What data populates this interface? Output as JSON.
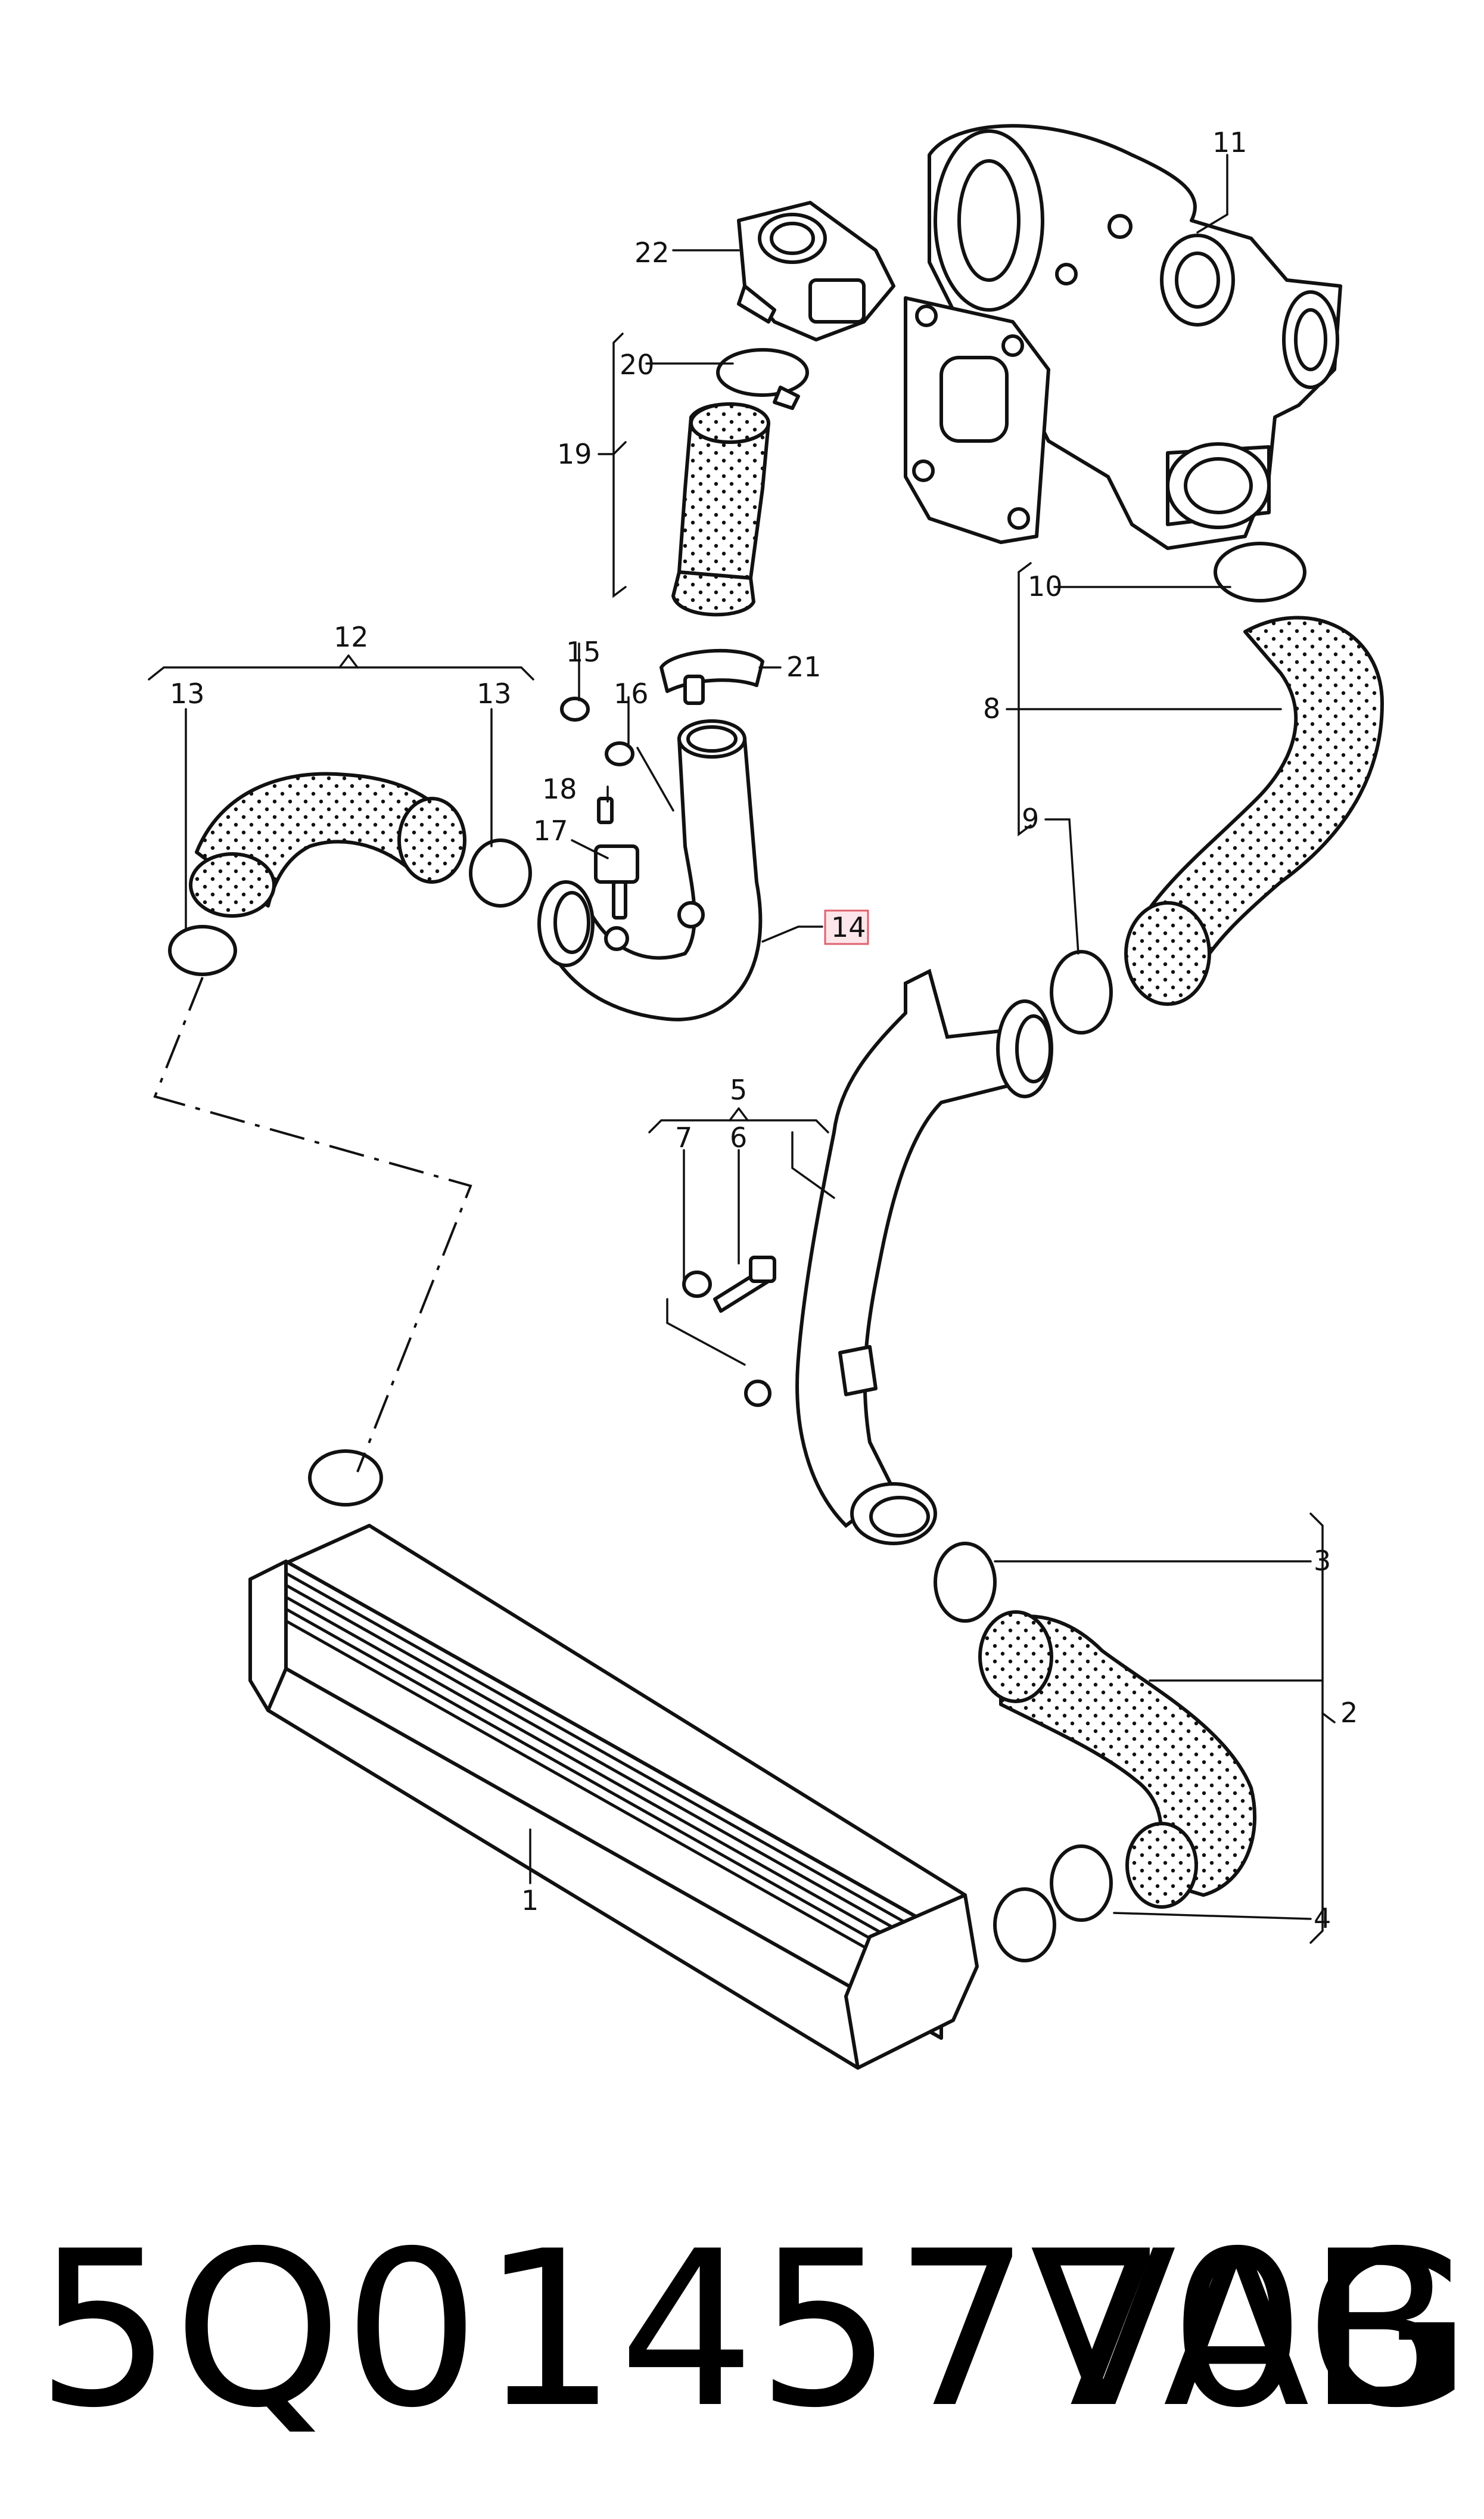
{
  "diagram": {
    "labels": {
      "l1": "1",
      "l2": "2",
      "l3": "3",
      "l4": "4",
      "l5": "5",
      "l6": "6",
      "l7": "7",
      "l8": "8",
      "l9": "9",
      "l10": "10",
      "l11": "11",
      "l12": "12",
      "l13a": "13",
      "l13b": "13",
      "l14": "14",
      "l15": "15",
      "l16": "16",
      "l17": "17",
      "l18": "18",
      "l19": "19",
      "l20": "20",
      "l21": "21",
      "l22": "22"
    },
    "highlight_color": "#e06070"
  },
  "footer": {
    "part_number": "5Q0145770B",
    "brand": "VAG"
  }
}
